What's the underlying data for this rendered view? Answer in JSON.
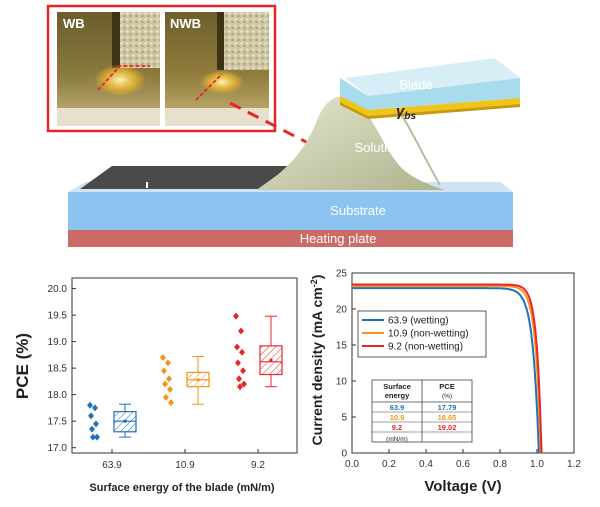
{
  "schematic": {
    "inset_left_label": "WB",
    "inset_right_label": "NWB",
    "blade_label": "Blade",
    "gamma_symbol": "γ",
    "gamma_subscript": "bs",
    "solution_label": "Solution",
    "substrate_label": "Substrate",
    "heating_label": "Heating plate",
    "colors": {
      "inset_border": "#e8262a",
      "blade": "#a8dcec",
      "gamma_layer": "#f0c419",
      "solution": "#cdd0b2",
      "substrate": "#8cc3f1",
      "heating": "#cc6a66",
      "film": "#555555"
    }
  },
  "chart_data": [
    {
      "type": "box",
      "ylabel": "PCE (%)",
      "xlabel": "Surface energy of the blade (mN/m)",
      "categories": [
        "63.9",
        "10.9",
        "9.2"
      ],
      "ylim": [
        16.9,
        20.2
      ],
      "yticks": [
        "17.0",
        "17.5",
        "18.0",
        "18.5",
        "19.0",
        "19.5",
        "20.0"
      ],
      "colors": [
        "#1e73b8",
        "#f0961f",
        "#e8262a"
      ],
      "points": [
        [
          17.8,
          17.75,
          17.6,
          17.45,
          17.35,
          17.2,
          17.2
        ],
        [
          18.7,
          18.6,
          18.45,
          18.3,
          18.2,
          18.1,
          17.95,
          17.85
        ],
        [
          19.48,
          19.2,
          18.9,
          18.8,
          18.6,
          18.45,
          18.3,
          18.2,
          18.15
        ]
      ],
      "boxes": [
        {
          "q1": 17.3,
          "median": 17.5,
          "q3": 17.68,
          "min": 17.2,
          "max": 17.82,
          "mean": 17.5
        },
        {
          "q1": 18.15,
          "median": 18.28,
          "q3": 18.42,
          "min": 17.82,
          "max": 18.72,
          "mean": 18.28
        },
        {
          "q1": 18.38,
          "median": 18.62,
          "q3": 18.92,
          "min": 18.15,
          "max": 19.48,
          "mean": 18.65
        }
      ]
    },
    {
      "type": "line",
      "ylabel": "Current density (mA cm",
      "ylabel_sup": "-2",
      "ylabel_close": ")",
      "xlabel": "Voltage (V)",
      "xlim": [
        0,
        1.2
      ],
      "ylim": [
        0,
        25
      ],
      "xticks": [
        "0.0",
        "0.2",
        "0.4",
        "0.6",
        "0.8",
        "1.0",
        "1.2"
      ],
      "yticks": [
        "0",
        "5",
        "10",
        "15",
        "20",
        "25"
      ],
      "series": [
        {
          "name": "63.9 (wetting)",
          "color": "#1e73b8",
          "jsc": 22.9,
          "voc": 1.01,
          "k": 0.032
        },
        {
          "name": "10.9 (non-wetting)",
          "color": "#f0961f",
          "jsc": 23.2,
          "voc": 1.02,
          "k": 0.028
        },
        {
          "name": "9.2 (non-wetting)",
          "color": "#e8262a",
          "jsc": 23.4,
          "voc": 1.025,
          "k": 0.026
        }
      ],
      "table": {
        "header_col1": "Surface energy",
        "header_col2": "PCE",
        "header_col2_unit": "(%)",
        "rows": [
          {
            "energy": "63.9",
            "pce": "17.79",
            "color": "#1e73b8"
          },
          {
            "energy": "10.9",
            "pce": "18.65",
            "color": "#f0961f"
          },
          {
            "energy": "9.2",
            "pce": "19.02",
            "color": "#e8262a"
          }
        ],
        "footer": "(mN/m)"
      }
    }
  ]
}
